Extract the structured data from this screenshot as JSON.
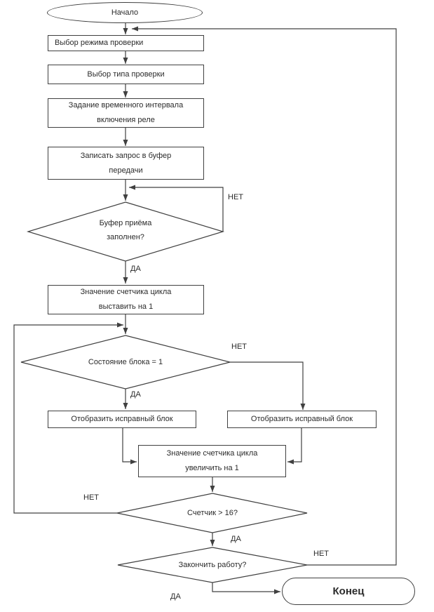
{
  "flowchart": {
    "colors": {
      "line": "#404040",
      "text": "#2b2b2b",
      "background": "#ffffff"
    },
    "nodes": {
      "start": {
        "label": "Начало"
      },
      "select_mode": {
        "label": "Выбор режима проверки"
      },
      "select_type": {
        "label": "Выбор типа проверки"
      },
      "set_interval": {
        "label": "Задание временного интервала\nвключения реле"
      },
      "write_request": {
        "label": "Записать запрос в буфер\nпередачи"
      },
      "rx_buffer_full": {
        "label": "Буфер приёма\nзаполнен?"
      },
      "counter_set_1": {
        "label": "Значение счетчика цикла\nвыставить на 1"
      },
      "block_state": {
        "label": "Состояние блока = 1"
      },
      "display_block_left": {
        "label": "Отобразить исправный блок"
      },
      "display_block_right": {
        "label": "Отобразить исправный блок"
      },
      "counter_increment": {
        "label": "Значение счетчика цикла\nувеличить на 1"
      },
      "counter_gt_16": {
        "label": "Счетчик > 16?"
      },
      "finish_work": {
        "label": "Закончить работу?"
      },
      "end": {
        "label": "Конец"
      }
    },
    "edge_labels": {
      "rx_buffer_no": "НЕТ",
      "rx_buffer_yes": "ДА",
      "block_state_no": "НЕТ",
      "block_state_yes": "ДА",
      "counter_no": "НЕТ",
      "counter_yes": "ДА",
      "finish_no": "НЕТ",
      "finish_yes": "ДА"
    }
  }
}
